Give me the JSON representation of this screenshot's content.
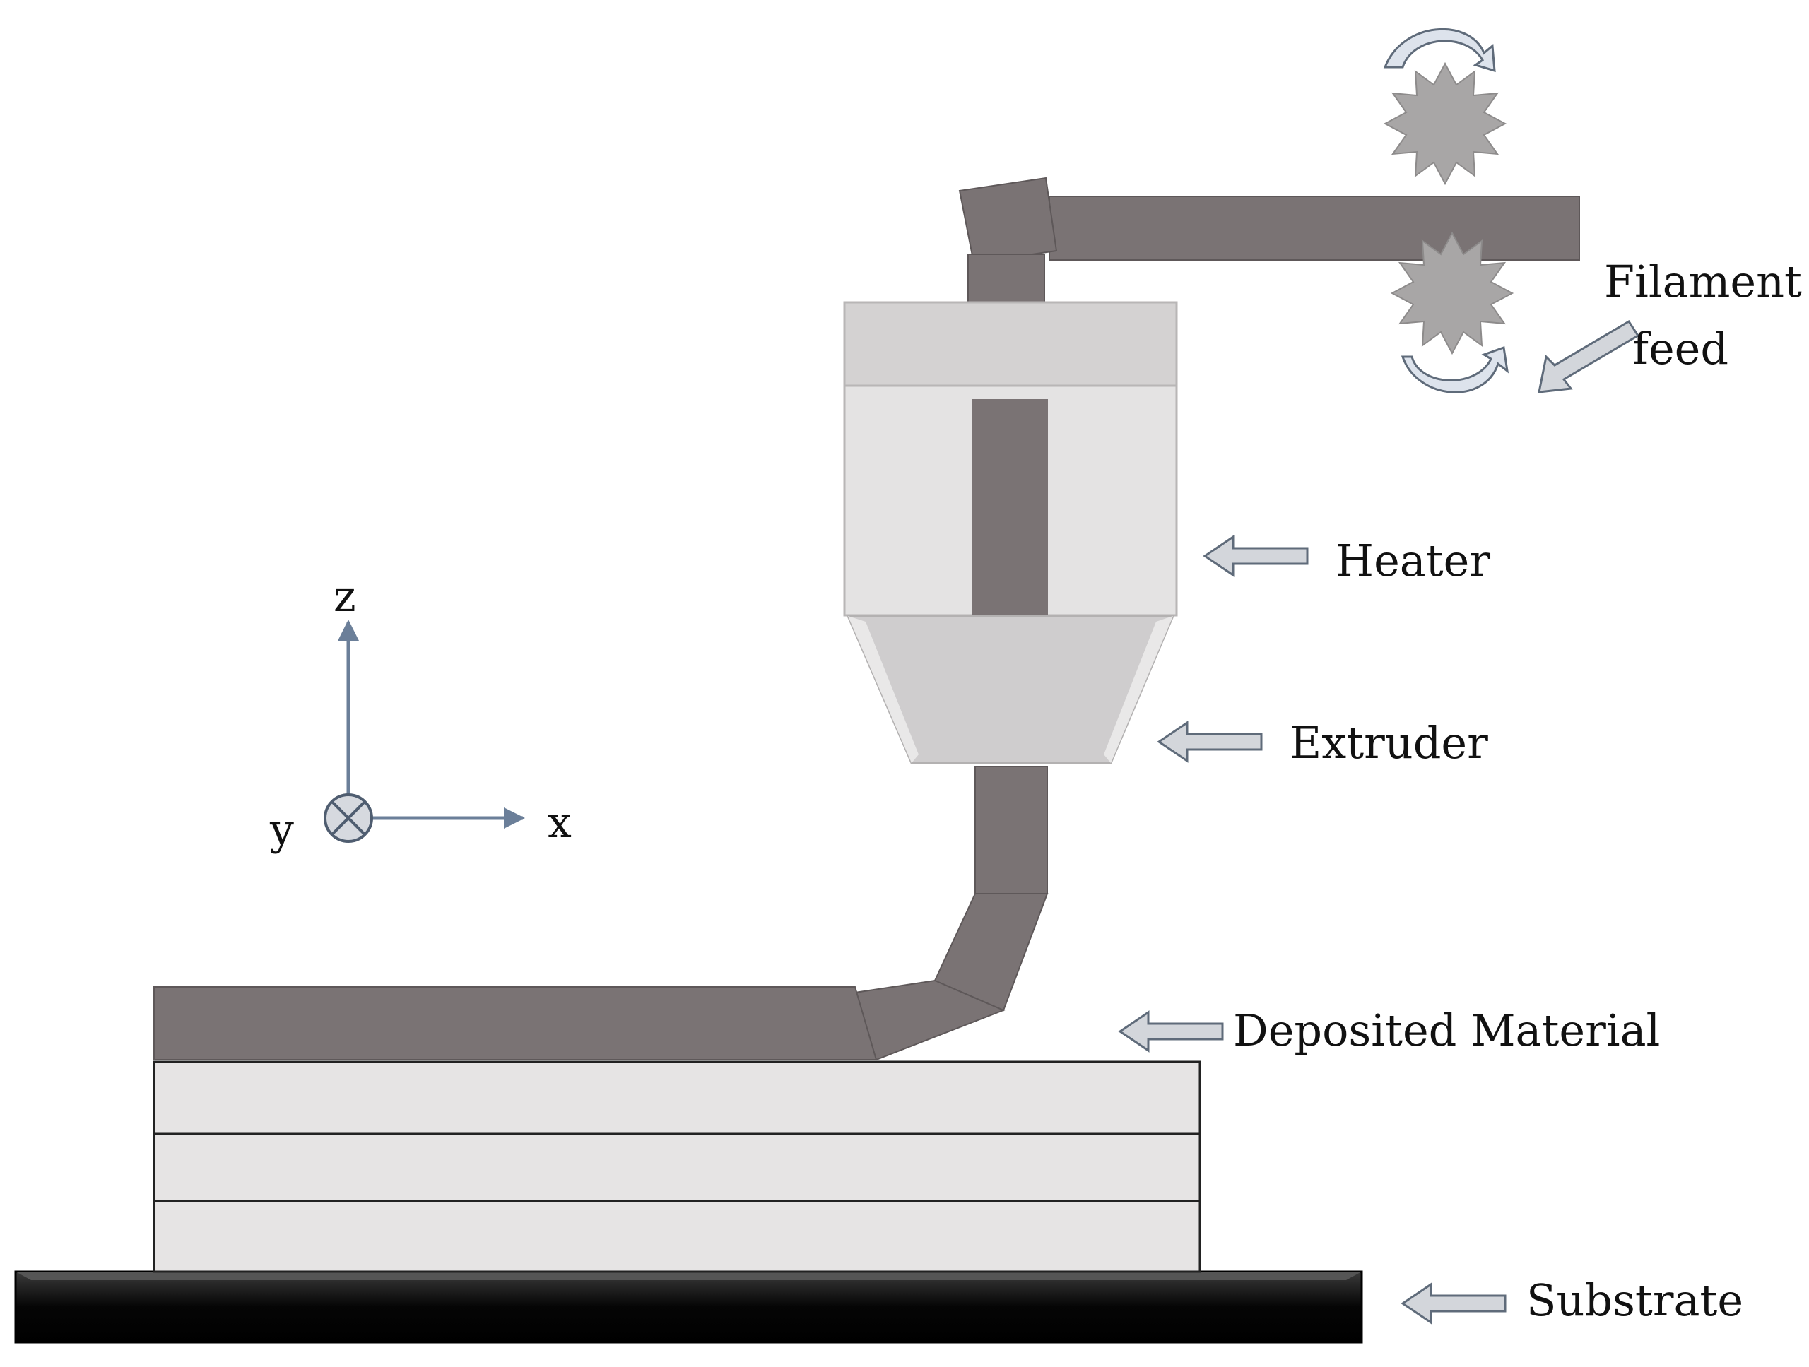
{
  "labels": {
    "filament_line1": "Filament",
    "filament_line2": "feed",
    "heater": "Heater",
    "extruder": "Extruder",
    "deposited": "Deposited Material",
    "substrate": "Substrate"
  },
  "axes": {
    "z": "z",
    "y": "y",
    "x": "x"
  },
  "colors": {
    "filament": "#7a7374",
    "heater_block": "#e4e3e3",
    "heater_cap": "#d4d2d2",
    "extruder_cone": "#cfcdce",
    "layer_fill": "#e6e4e4",
    "substrate": "#050505",
    "pointer_fill": "#d3d6db",
    "pointer_stroke": "#5f6b7a",
    "gear": "#a8a6a6",
    "axis": "#6b7f99"
  },
  "deposited_layer_count": 3
}
